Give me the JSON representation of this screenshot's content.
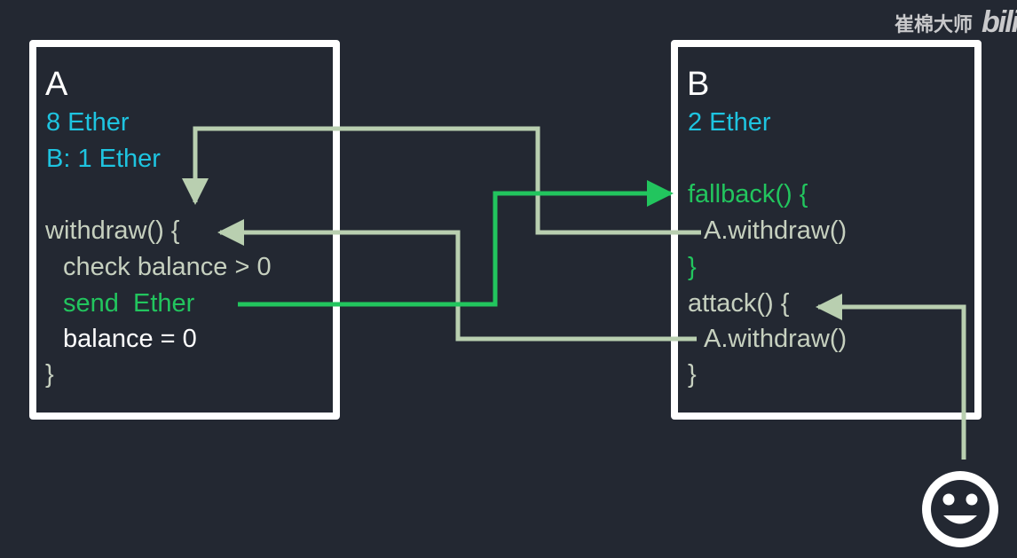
{
  "watermark": {
    "author": "崔棉大师",
    "logo": "bili"
  },
  "contract_a": {
    "name": "A",
    "balance": "8 Ether",
    "ledger": "B: 1 Ether",
    "code": {
      "withdraw_open": "withdraw() {",
      "check": "check balance > 0",
      "send": "send  Ether",
      "reset": "balance = 0",
      "close": "}"
    }
  },
  "contract_b": {
    "name": "B",
    "balance": "2 Ether",
    "code": {
      "fallback_open": "fallback() {",
      "fallback_call": "A.withdraw()",
      "fallback_close": "}",
      "attack_open": "attack() {",
      "attack_call": "A.withdraw()",
      "attack_close": "}"
    }
  },
  "colors": {
    "background": "#232832",
    "box_border": "#ffffff",
    "balance_text": "#1ec4e0",
    "send_flow": "#22c55e",
    "call_flow": "#b9cfb0",
    "code_text": "#c6d0bf"
  },
  "icons": {
    "attacker": "smiley-face-icon"
  }
}
